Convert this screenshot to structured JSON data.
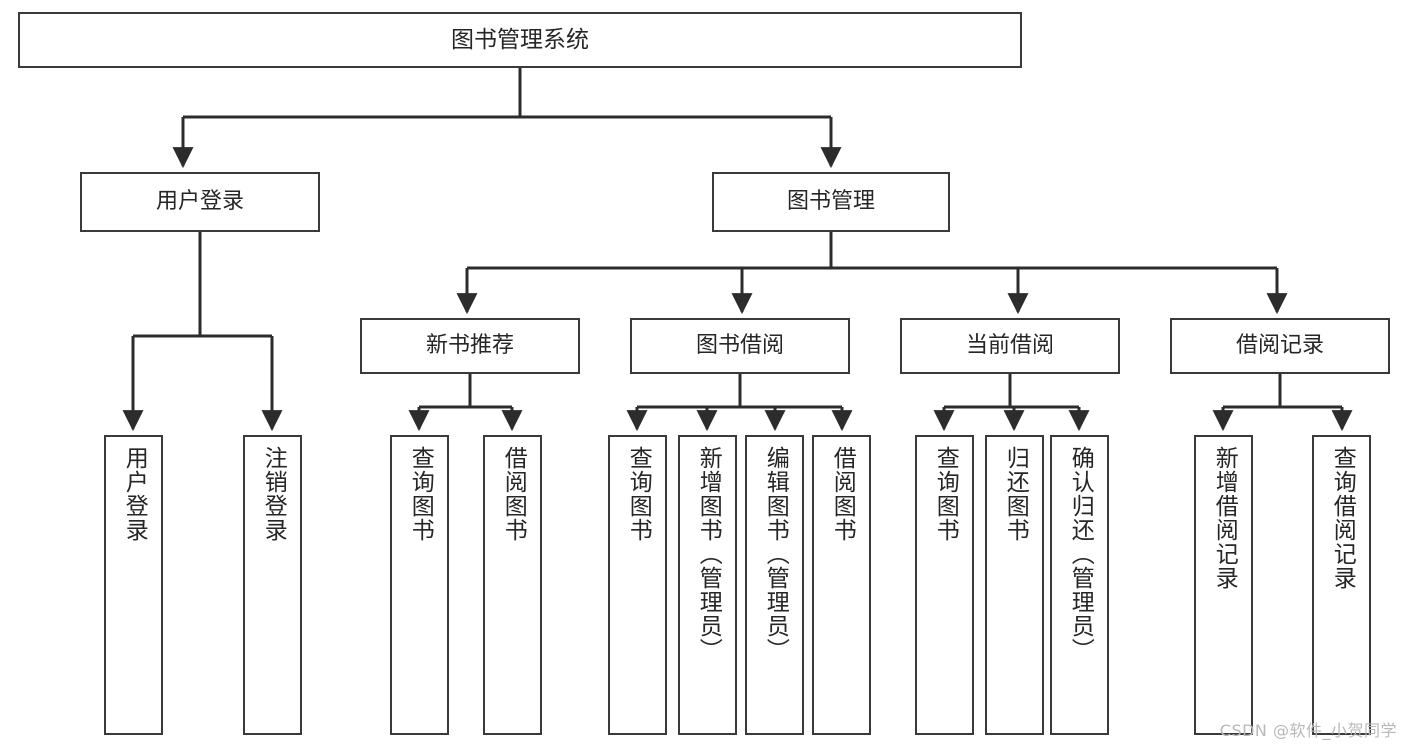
{
  "diagram": {
    "title": "图书管理系统",
    "type": "tree-hierarchy",
    "root": {
      "label": "图书管理系统"
    },
    "level2": [
      {
        "label": "用户登录"
      },
      {
        "label": "图书管理"
      }
    ],
    "level3": [
      {
        "label": "新书推荐"
      },
      {
        "label": "图书借阅"
      },
      {
        "label": "当前借阅"
      },
      {
        "label": "借阅记录"
      }
    ],
    "leaves": {
      "user_login": [
        {
          "label": "用户登录"
        },
        {
          "label": "注销登录"
        }
      ],
      "new_book_recommend": [
        {
          "label": "查询图书"
        },
        {
          "label": "借阅图书"
        }
      ],
      "book_borrow": [
        {
          "label": "查询图书"
        },
        {
          "label": "新增图书（管理员）"
        },
        {
          "label": "编辑图书（管理员）"
        },
        {
          "label": "借阅图书"
        }
      ],
      "current_borrow": [
        {
          "label": "查询图书"
        },
        {
          "label": "归还图书"
        },
        {
          "label": "确认归还（管理员）"
        }
      ],
      "borrow_record": [
        {
          "label": "新增借阅记录"
        },
        {
          "label": "查询借阅记录"
        }
      ]
    }
  },
  "watermark": {
    "text": "CSDN @软件_小贺同学"
  },
  "colors": {
    "background": "#ffffff",
    "stroke": "#3a3a3a",
    "text": "#262626",
    "watermark": "#b8b8b8"
  }
}
